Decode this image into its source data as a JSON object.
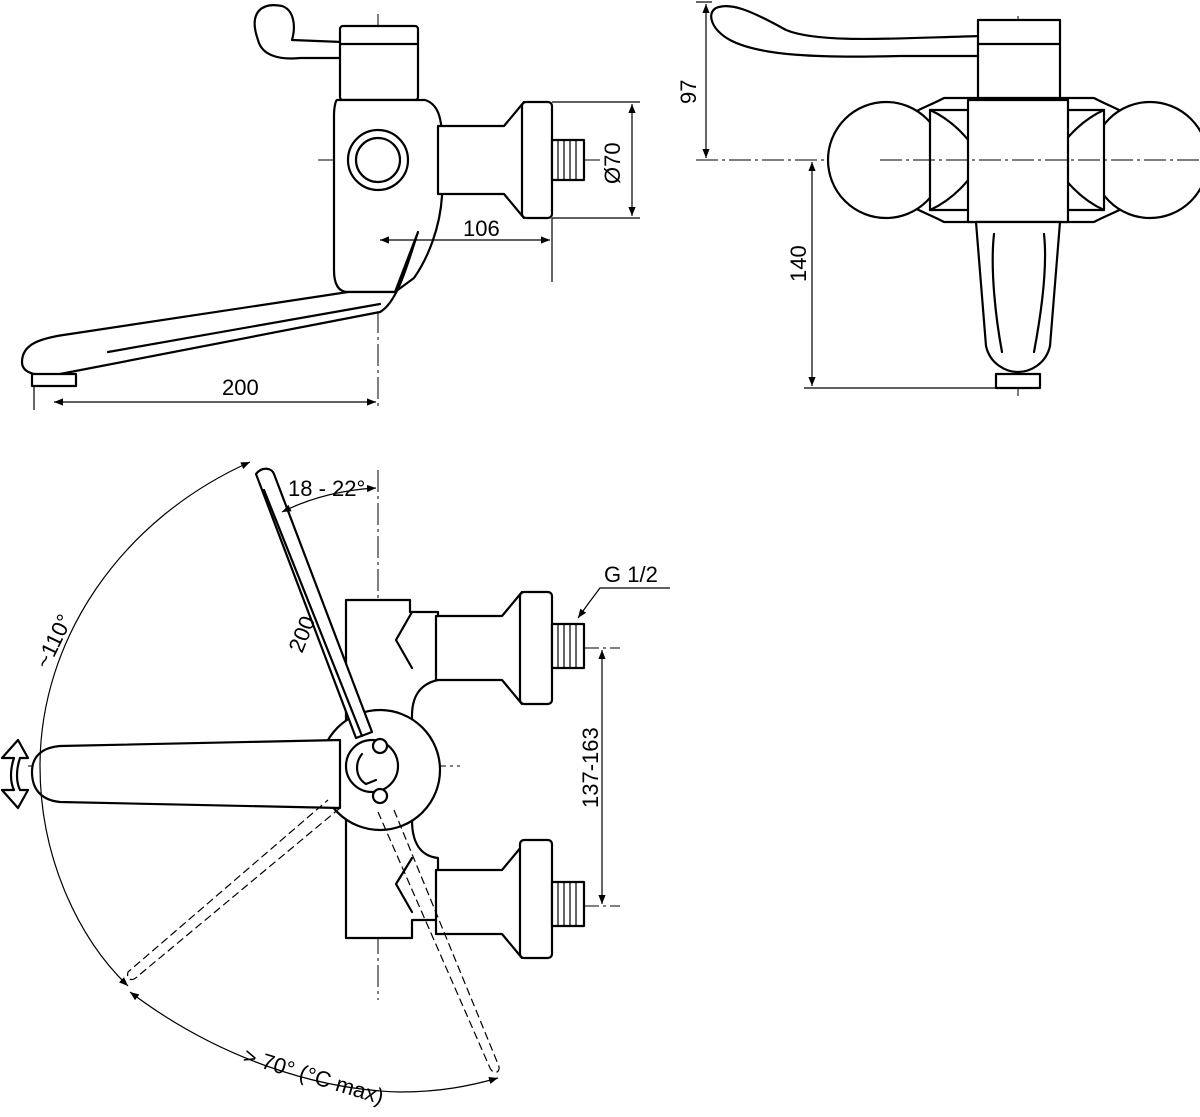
{
  "views": {
    "side": {
      "dim_spout_length": "200",
      "dim_inlet_offset": "106",
      "dim_flange_diameter": "Ø70"
    },
    "front": {
      "dim_handle_height": "97",
      "dim_spout_height": "140"
    },
    "top": {
      "dim_lever_length": "200",
      "dim_lever_angle": "18 - 22°",
      "dim_swivel_angle": "~110°",
      "dim_temp_angle": "> 70° (°C max)",
      "dim_thread": "G 1/2",
      "dim_inlet_centers": "137-163"
    }
  }
}
